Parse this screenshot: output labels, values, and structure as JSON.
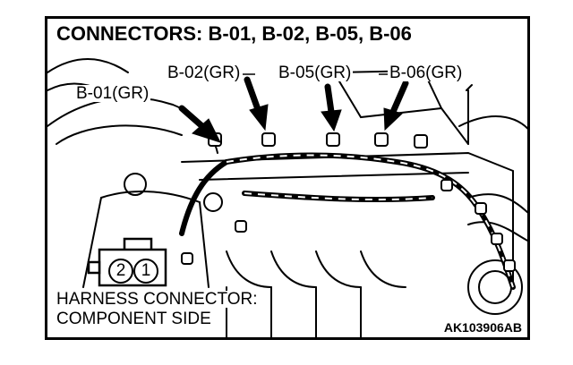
{
  "title": "CONNECTORS: B-01, B-02, B-05, B-06",
  "labels": {
    "b01": "B-01(GR)",
    "b02": "B-02(GR)",
    "b05": "B-05(GR)",
    "b06": "B-06(GR)"
  },
  "connector_pins": [
    "2",
    "1"
  ],
  "caption": {
    "line1": "HARNESS CONNECTOR:",
    "line2": "COMPONENT SIDE"
  },
  "figure_code": "AK103906AB"
}
